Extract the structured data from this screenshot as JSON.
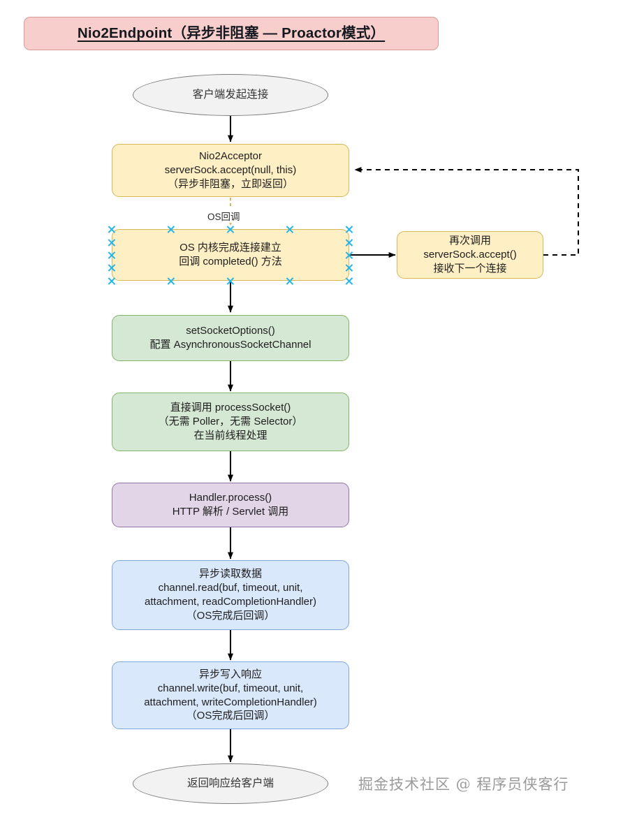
{
  "diagram": {
    "title": "Nio2Endpoint（异步非阻塞 — Proactor模式）",
    "watermark": "掘金技术社区 @ 程序员侠客行",
    "colors": {
      "title_fill": "#f8cecc",
      "title_stroke": "#d79a97",
      "yellow_fill": "#ffefc4",
      "yellow_stroke": "#d6b656",
      "green_fill": "#d5e8d4",
      "green_stroke": "#82b366",
      "purple_fill": "#e1d5e7",
      "purple_stroke": "#9673a6",
      "blue_fill": "#dae8fc",
      "blue_stroke": "#7ea6e0",
      "terminal_fill": "#f2f2f2",
      "terminal_stroke": "#7d7d7d",
      "callback_edge": "#d6b656",
      "selection_handle": "#22b5e8",
      "edge": "#000000"
    },
    "nodes": {
      "start": "客户端发起连接",
      "acceptor": "Nio2Acceptor\nserverSock.accept(null, this)\n（异步非阻塞，立即返回）",
      "os_callback": "OS 内核完成连接建立\n回调 completed() 方法",
      "accept_again": "再次调用\nserverSock.accept()\n接收下一个连接",
      "set_socket_options": "setSocketOptions()\n配置 AsynchronousSocketChannel",
      "process_socket": "直接调用 processSocket()\n（无需 Poller，无需 Selector）\n在当前线程处理",
      "handler_process": "Handler.process()\nHTTP 解析 / Servlet 调用",
      "async_read": "异步读取数据\nchannel.read(buf, timeout, unit,\nattachment, readCompletionHandler)\n（OS完成后回调）",
      "async_write": "异步写入响应\nchannel.write(buf, timeout, unit,\nattachment, writeCompletionHandler)\n（OS完成后回调）",
      "end": "返回响应给客户端"
    },
    "edge_labels": {
      "os_callback": "OS回调"
    }
  }
}
